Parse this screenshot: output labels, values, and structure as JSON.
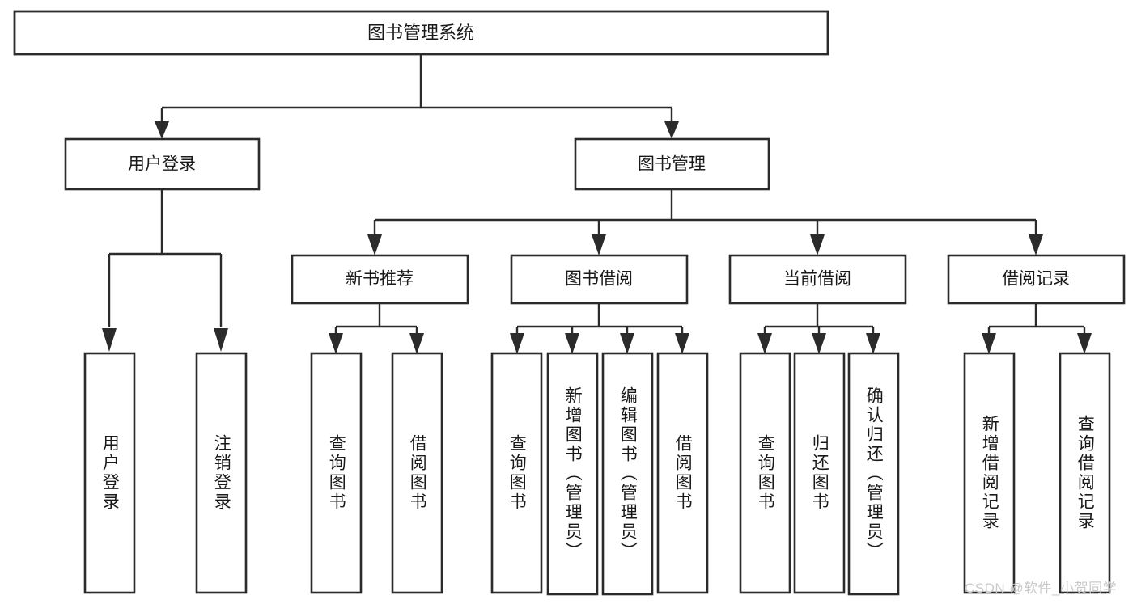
{
  "diagram": {
    "title": "图书管理系统",
    "type": "tree-hierarchy",
    "stroke_color": "#2b2b2b",
    "box_fill": "#ffffff",
    "text_color": "#1a1a1a",
    "background": "#ffffff"
  },
  "root": {
    "label": "图书管理系统"
  },
  "level2": [
    {
      "label": "用户登录"
    },
    {
      "label": "图书管理"
    }
  ],
  "level3": [
    {
      "label": "新书推荐"
    },
    {
      "label": "图书借阅"
    },
    {
      "label": "当前借阅"
    },
    {
      "label": "借阅记录"
    }
  ],
  "leaves": {
    "user_login": [
      {
        "label": "用户登录"
      },
      {
        "label": "注销登录"
      }
    ],
    "new_book_recommend": [
      {
        "label": "查询图书"
      },
      {
        "label": "借阅图书"
      }
    ],
    "book_borrow": [
      {
        "label": "查询图书"
      },
      {
        "label": "新增图书（管理员）"
      },
      {
        "label": "编辑图书（管理员）"
      },
      {
        "label": "借阅图书"
      }
    ],
    "current_borrow": [
      {
        "label": "查询图书"
      },
      {
        "label": "归还图书"
      },
      {
        "label": "确认归还（管理员）"
      }
    ],
    "borrow_record": [
      {
        "label": "新增借阅记录"
      },
      {
        "label": "查询借阅记录"
      }
    ]
  },
  "watermark": {
    "text": "CSDN @软件_小贺同学"
  }
}
